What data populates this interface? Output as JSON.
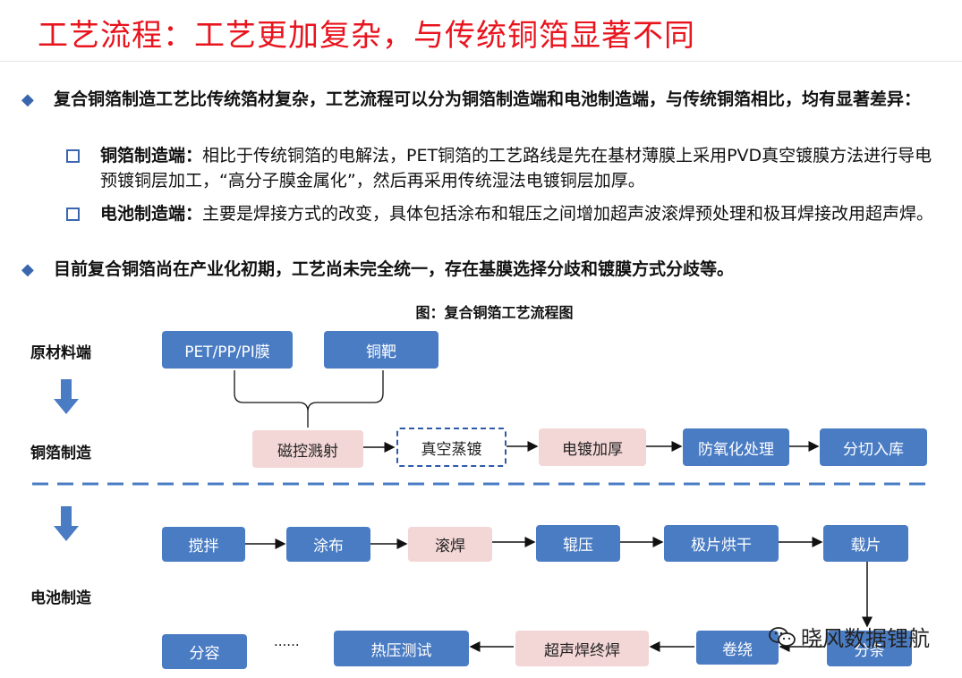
{
  "title": "工艺流程：工艺更加复杂，与传统铜箔显著不同",
  "bullets": [
    "复合铜箔制造工艺比传统箔材复杂，工艺流程可以分为铜箔制造端和电池制造端，与传统铜箔相比，均有显著差异：",
    "目前复合铜箔尚在产业化初期，工艺尚未完全统一，存在基膜选择分歧和镀膜方式分歧等。"
  ],
  "subs": [
    {
      "head": "铜箔制造端：",
      "body": "相比于传统铜箔的电解法，PET铜箔的工艺路线是先在基材薄膜上采用PVD真空镀膜方法进行导电预镀铜层加工，“高分子膜金属化”，然后再采用传统湿法电镀铜层加厚。"
    },
    {
      "head": "电池制造端：",
      "body": "主要是焊接方式的改变，具体包括涂布和辊压之间增加超声波滚焊预处理和极耳焊接改用超声焊。"
    }
  ],
  "figure": {
    "caption": "图：复合铜箔工艺流程图",
    "labels": {
      "raw": "原材料端",
      "foil": "铜箔制造",
      "battery": "电池制造"
    },
    "raw_boxes": [
      "PET/PP/PI膜",
      "铜靶"
    ],
    "foil_steps": [
      "磁控溅射",
      "真空蒸镀",
      "电镀加厚",
      "防氧化处理",
      "分切入库"
    ],
    "battery_row1": [
      "搅拌",
      "涂布",
      "滚焊",
      "辊压",
      "极片烘干",
      "载片"
    ],
    "battery_row2": [
      "分容",
      "......",
      "热压测试",
      "超声焊终焊",
      "卷绕",
      "分条"
    ]
  },
  "colors": {
    "accent_red": "#e8141e",
    "box_blue": "#4a7cc4",
    "box_pink": "#f3d6d6",
    "marker_blue": "#3a66b0"
  },
  "watermark": "晓风数据锂航"
}
